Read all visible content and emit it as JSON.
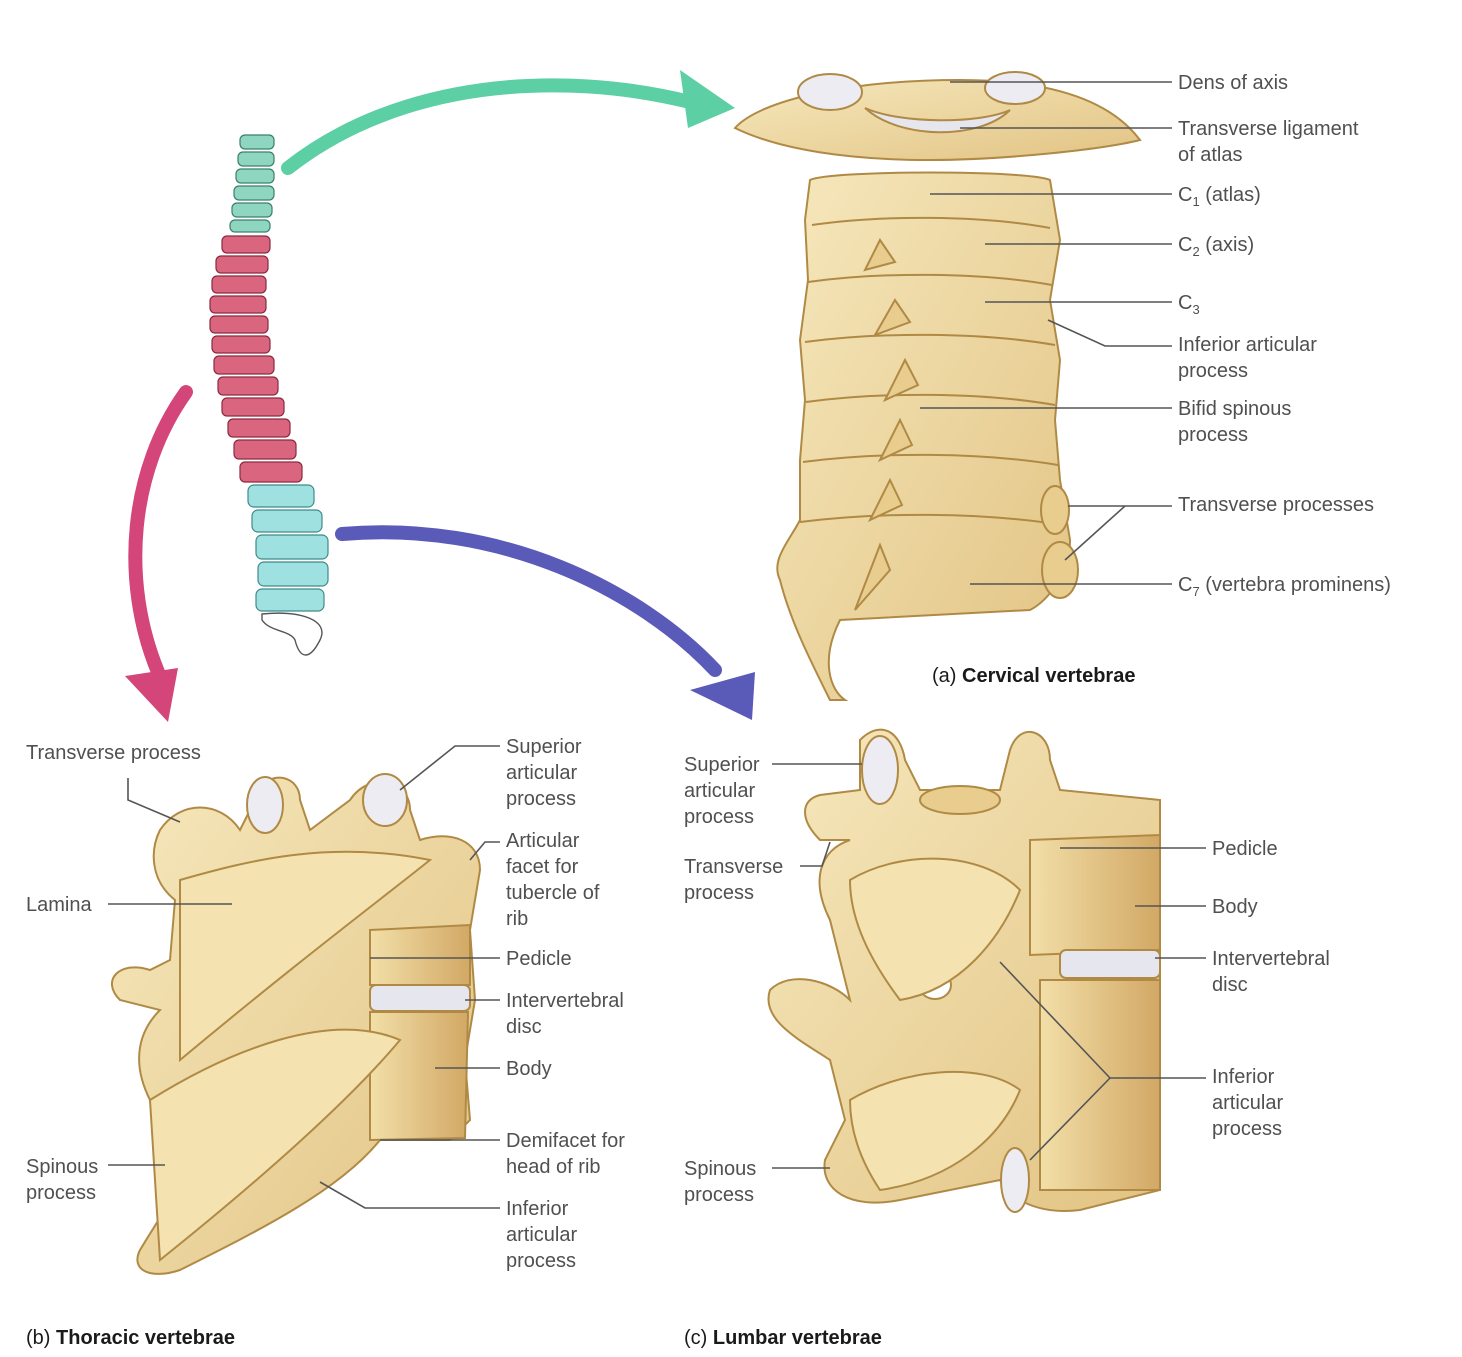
{
  "cervical": {
    "caption_letter": "(a)",
    "caption_title": "Cervical vertebrae",
    "labels": {
      "dens": "Dens of axis",
      "transverse_ligament_1": "Transverse ligament",
      "transverse_ligament_2": "of atlas",
      "c1_prefix": "C",
      "c1_sub": "1",
      "c1_suffix": " (atlas)",
      "c2_prefix": "C",
      "c2_sub": "2",
      "c2_suffix": " (axis)",
      "c3_prefix": "C",
      "c3_sub": "3",
      "inferior_1": "Inferior articular",
      "inferior_2": "process",
      "bifid_1": "Bifid spinous",
      "bifid_2": "process",
      "transverse_processes": "Transverse processes",
      "c7_prefix": "C",
      "c7_sub": "7",
      "c7_suffix": " (vertebra prominens)"
    }
  },
  "thoracic": {
    "caption_letter": "(b)",
    "caption_title": "Thoracic vertebrae",
    "labels": {
      "transverse_process": "Transverse process",
      "lamina": "Lamina",
      "spinous_1": "Spinous",
      "spinous_2": "process",
      "superior_1": "Superior",
      "superior_2": "articular",
      "superior_3": "process",
      "facet_1": "Articular",
      "facet_2": "facet for",
      "facet_3": "tubercle of",
      "facet_4": "rib",
      "pedicle": "Pedicle",
      "disc_1": "Intervertebral",
      "disc_2": "disc",
      "body": "Body",
      "demifacet_1": "Demifacet for",
      "demifacet_2": "head of rib",
      "inferior_1": "Inferior",
      "inferior_2": "articular",
      "inferior_3": "process"
    }
  },
  "lumbar": {
    "caption_letter": "(c)",
    "caption_title": "Lumbar vertebrae",
    "labels": {
      "superior_1": "Superior",
      "superior_2": "articular",
      "superior_3": "process",
      "transverse_1": "Transverse",
      "transverse_2": "process",
      "spinous_1": "Spinous",
      "spinous_2": "process",
      "pedicle": "Pedicle",
      "body": "Body",
      "disc_1": "Intervertebral",
      "disc_2": "disc",
      "inferior_1": "Inferior",
      "inferior_2": "articular",
      "inferior_3": "process"
    }
  },
  "colors": {
    "bone": "#f1dca3",
    "bone_shadow": "#d9b56e",
    "bone_outline": "#b08a45",
    "disc": "#e6e6ee",
    "cervical_region": "#8fd6c0",
    "thoracic_region": "#d9667e",
    "lumbar_region": "#9fe0e0",
    "arrow_cervical": "#5ccfa4",
    "arrow_thoracic": "#d4457a",
    "arrow_lumbar": "#5a5ab8",
    "leader_line": "#555555"
  }
}
